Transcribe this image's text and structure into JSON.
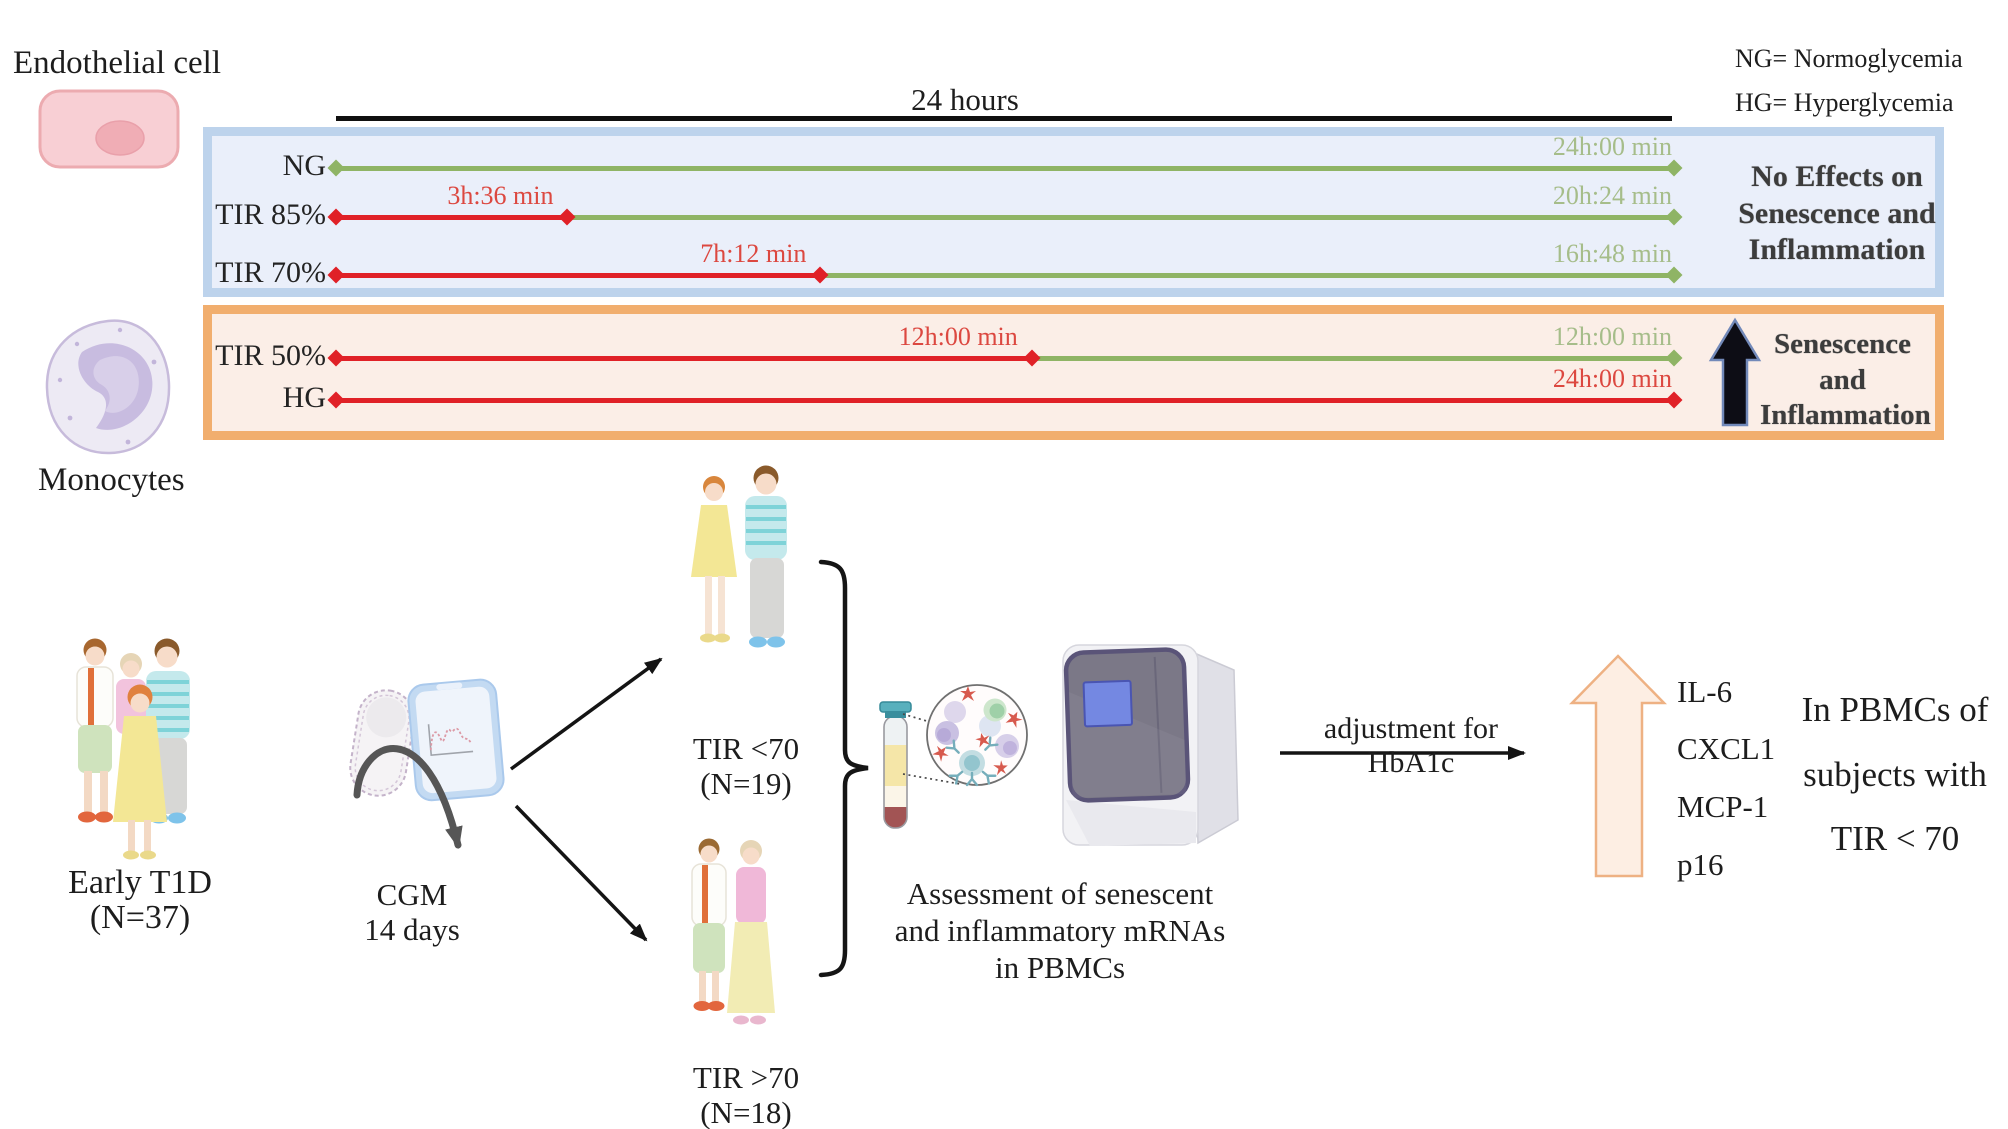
{
  "header": {
    "endothelial_label": "Endothelial cell",
    "monocytes_label": "Monocytes",
    "legend_ng": "NG= Normoglycemia",
    "legend_hg": "HG= Hyperglycemia",
    "duration_label": "24 hours"
  },
  "timeline": {
    "description": "In vitro exposure timelines over 24 hours; red = hyperglycemia exposure, green = normoglycemia",
    "blue_panel": {
      "caption_lines": [
        "No Effects on",
        "Senescence and",
        "Inflammation"
      ],
      "rows": [
        {
          "label": "NG",
          "red_fraction": 0,
          "end_label": "24h:00 min",
          "end_color": "green"
        },
        {
          "label": "TIR 85%",
          "red_fraction": 0.173,
          "mid_label": "3h:36 min",
          "end_label": "20h:24 min",
          "end_color": "green"
        },
        {
          "label": "TIR 70%",
          "red_fraction": 0.362,
          "mid_label": "7h:12 min",
          "end_label": "16h:48 min",
          "end_color": "green"
        }
      ]
    },
    "orange_panel": {
      "caption_lines": [
        "Senescence",
        "and",
        "Inflammation"
      ],
      "rows": [
        {
          "label": "TIR 50%",
          "red_fraction": 0.52,
          "mid_label": "12h:00 min",
          "end_label": "12h:00 min",
          "end_color": "green"
        },
        {
          "label": "HG",
          "red_fraction": 1,
          "end_label": "24h:00 min",
          "end_color": "red"
        }
      ]
    }
  },
  "study": {
    "cohort_line1": "Early T1D",
    "cohort_line2": "(N=37)",
    "cgm_line1": "CGM",
    "cgm_line2": "14 days",
    "group_low_line1": "TIR <70",
    "group_low_line2": "(N=19)",
    "group_high_line1": "TIR >70",
    "group_high_line2": "(N=18)",
    "assessment_lines": [
      "Assessment of senescent",
      "and inflammatory mRNAs",
      "in PBMCs"
    ],
    "adjustment_label": "adjustment for HbA1c",
    "genes": [
      "IL-6",
      "CXCL1",
      "MCP-1",
      "p16"
    ],
    "result_lines": [
      "In PBMCs of",
      "subjects with",
      "TIR < 70"
    ]
  },
  "colors": {
    "normoglycemia_line": "#8fb465",
    "hyperglycemia_line": "#e02127",
    "blue_panel_border": "#bdd3ec",
    "blue_panel_fill": "#eaeffa",
    "orange_panel_border": "#f1ae6e",
    "orange_panel_fill": "#fbeee7",
    "up_arrow_peach": "#fdeee3"
  }
}
